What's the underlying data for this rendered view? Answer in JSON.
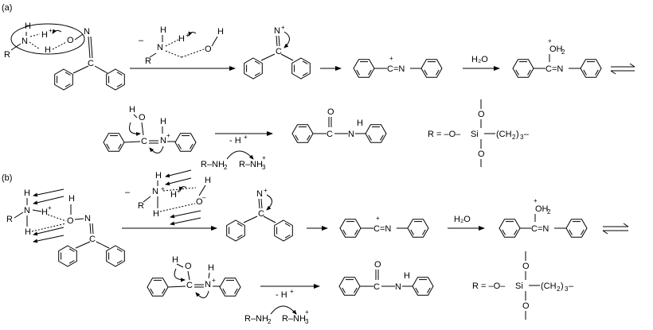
{
  "panels": [
    {
      "label": "(a)",
      "sub_R": "R",
      "sub_N": "N",
      "sub_H1": "H",
      "sub_H2": "H",
      "sub_Hp": "H",
      "sub_plus": "+",
      "sub_O": "O",
      "sub_N2": "N",
      "sub_C": "C",
      "minus": "–",
      "lg_R": "R",
      "lg_N": "N",
      "lg_H": "H",
      "lg_H2": "H",
      "lg_O": "O",
      "lg_H3": "H",
      "nitrilium_N": "N",
      "nitrilium_plus": "+",
      "nitrilium_C": "C",
      "keteniminium": "C=N",
      "keteniminium_plus": "+",
      "water": "H₂O",
      "protonated_OH2": "OH",
      "protonated_2": "2",
      "protonated_plus": "+",
      "protonated_CN": "C=N",
      "adduct_O": "O",
      "adduct_H": "H",
      "adduct_H2": "H",
      "adduct_N": "N",
      "adduct_C": "C",
      "neg_H": "- H",
      "neg_plus": "+",
      "amine": "R–NH",
      "amine_2": "2",
      "ammonium": "R–NH",
      "ammonium_3": "3",
      "ammonium_plus": "+",
      "amide_O": "O",
      "amide_CN": "C",
      "amide_NH": "N",
      "amide_H": "H",
      "R_def": "R = –O–",
      "Si": "Si",
      "O_top": "O",
      "O_bot": "O",
      "chain": "(CH",
      "chain_2": "2",
      "chain_3": ")",
      "chain_n": "3",
      "chain_end": "–"
    },
    {
      "label": "(b)",
      "sub_R": "R",
      "sub_N": "N",
      "sub_H1": "H",
      "sub_H2": "H",
      "sub_Hp": "H",
      "sub_plus": "+",
      "sub_O": "O",
      "sub_N2": "N",
      "sub_C": "C",
      "minus": "–",
      "lg_R": "R",
      "lg_N": "N",
      "lg_H": "H",
      "lg_H2": "H",
      "lg_O": "O",
      "lg_H3": "H",
      "nitrilium_N": "N",
      "nitrilium_plus": "+",
      "nitrilium_C": "C",
      "keteniminium": "C=N",
      "keteniminium_plus": "+",
      "water": "H₂O",
      "protonated_OH2": "OH",
      "protonated_2": "2",
      "protonated_plus": "+",
      "protonated_CN": "C=N",
      "adduct_O": "O",
      "adduct_H": "H",
      "adduct_H2": "H",
      "adduct_N": "N",
      "adduct_C": "C",
      "neg_H": "- H",
      "neg_plus": "+",
      "amine": "R–NH",
      "amine_2": "2",
      "ammonium": "R–NH",
      "ammonium_3": "3",
      "ammonium_plus": "+",
      "amide_O": "O",
      "amide_CN": "C",
      "amide_NH": "N",
      "amide_H": "H",
      "R_def": "R = –O–",
      "Si": "Si",
      "O_top": "O",
      "O_bot": "O",
      "chain": "(CH",
      "chain_2": "2",
      "chain_3": ")",
      "chain_n": "3",
      "chain_end": "–"
    }
  ]
}
